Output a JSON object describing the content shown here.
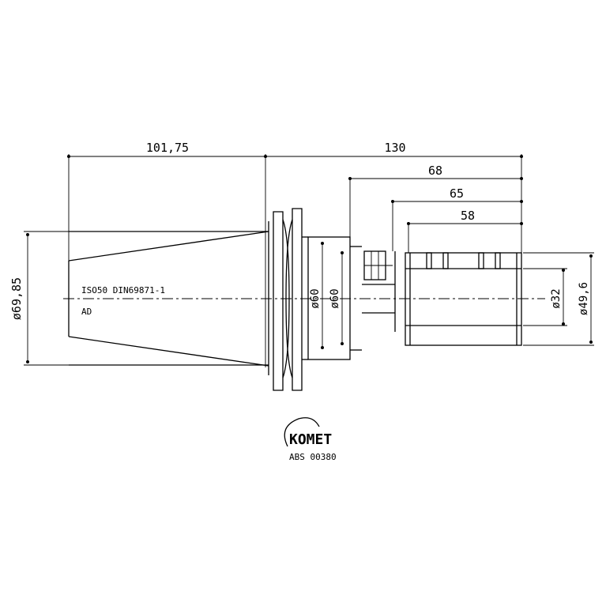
{
  "dimensions": {
    "top_left": "101,75",
    "top_right": "130",
    "d68": "68",
    "d65": "65",
    "d58": "58",
    "left_dia": "ø69,85",
    "d60a": "ø60",
    "d60b": "ø60",
    "d32": "ø32",
    "d49": "ø49,6"
  },
  "annotations": {
    "spec": "ISO50 DIN69871-1",
    "ad": "AD"
  },
  "logo": {
    "brand": "KOMET",
    "code": "ABS 00380"
  }
}
